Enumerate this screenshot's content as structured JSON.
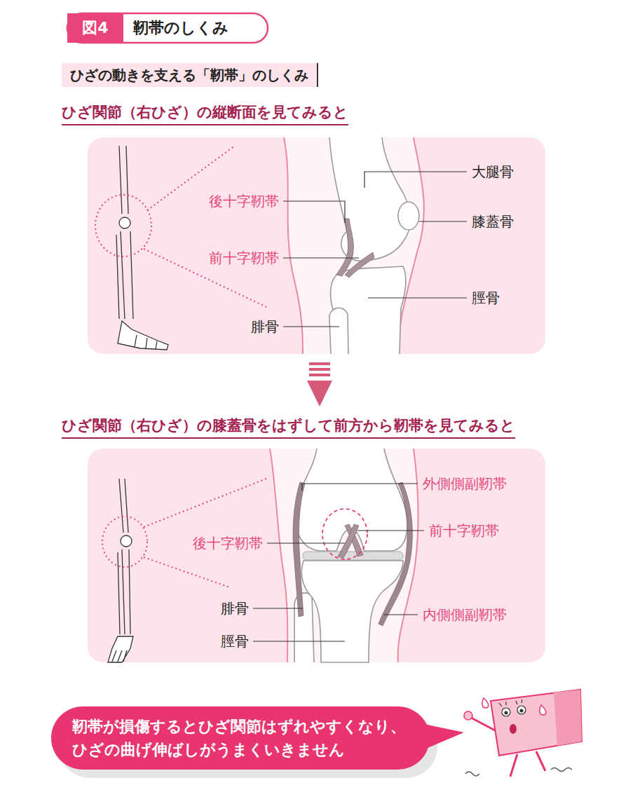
{
  "diagram": {
    "title": "靭帯のしくみ",
    "nodes": [
      {
        "text": [
          "ひざの動きを支える「靭帯」のしくみ"
        ]
      },
      {
        "text": [
          "靭帯が損傷するとひざ関節はずれやすくなり、 ひざの曲げ伸ばしがうまくいきません"
        ]
      }
    ],
    "labels": [
      "図4",
      "ひざ関節（右ひざ）の縦断面を見てみると",
      "大腿骨",
      "後十字靭帯",
      "膝蓋骨",
      "前十字靭帯",
      "脛骨",
      "腓骨",
      "ひざ関節（右ひざ）の膝蓋骨をはずして前方から靭帯を見てみると",
      "外側側副靭帯",
      "前十字靭帯",
      "後十字靭帯",
      "腓骨",
      "内側側副靭帯",
      "脛骨"
    ]
  }
}
